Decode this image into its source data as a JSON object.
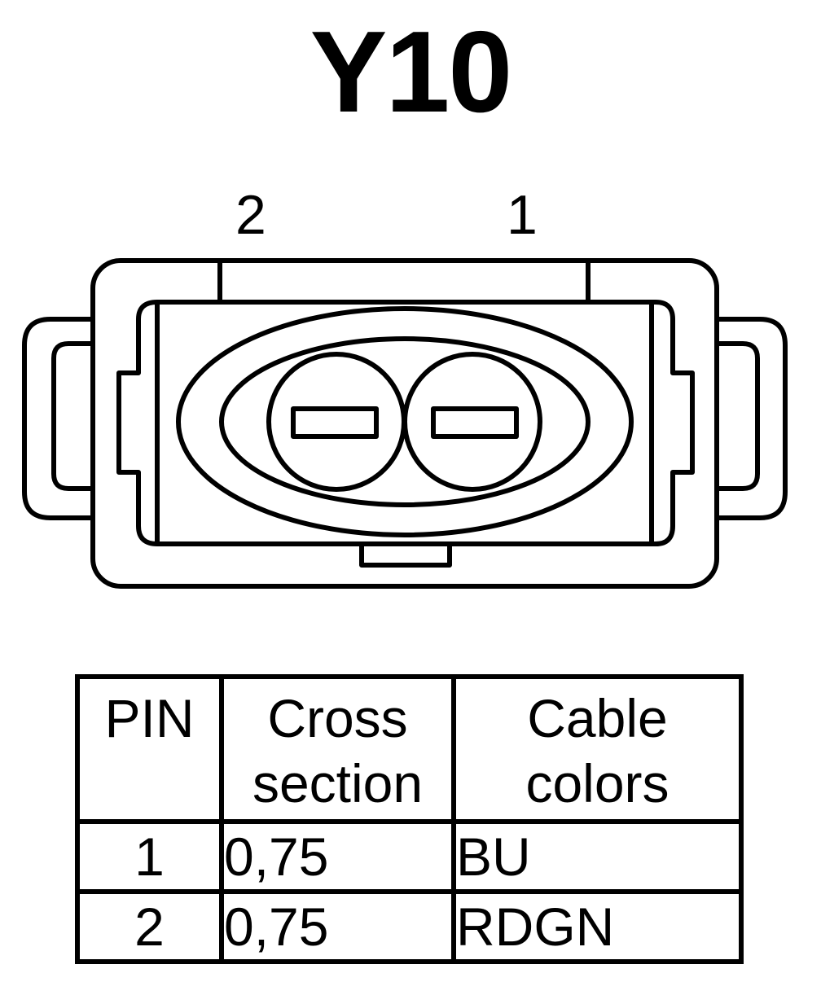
{
  "title": "Y10",
  "connector": {
    "pin_labels": [
      "2",
      "1"
    ]
  },
  "table": {
    "headers": {
      "pin": "PIN",
      "cross_section": [
        "Cross",
        "section"
      ],
      "cable_colors": [
        "Cable",
        "colors"
      ]
    },
    "rows": [
      {
        "pin": "1",
        "cross_section": "0,75",
        "color": "BU"
      },
      {
        "pin": "2",
        "cross_section": "0,75",
        "color": "RDGN"
      }
    ]
  }
}
